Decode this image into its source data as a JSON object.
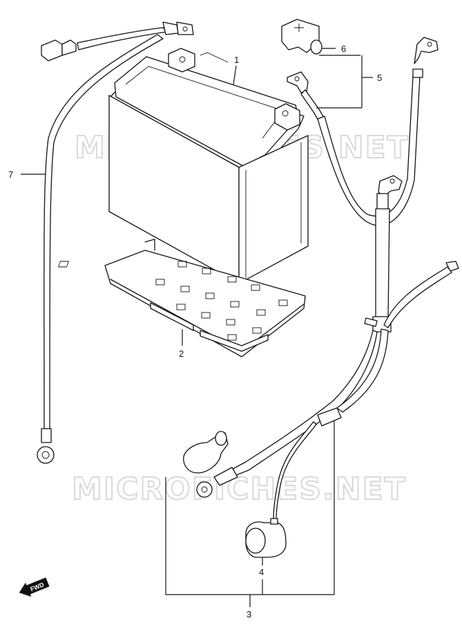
{
  "watermark": {
    "text": "MICROFICHES.NET"
  },
  "callouts": {
    "c1": "1",
    "c2": "2",
    "c3": "3",
    "c4": "4",
    "c5": "5",
    "c6": "6",
    "c7": "7"
  },
  "fwd_badge": {
    "label": "FWD"
  }
}
